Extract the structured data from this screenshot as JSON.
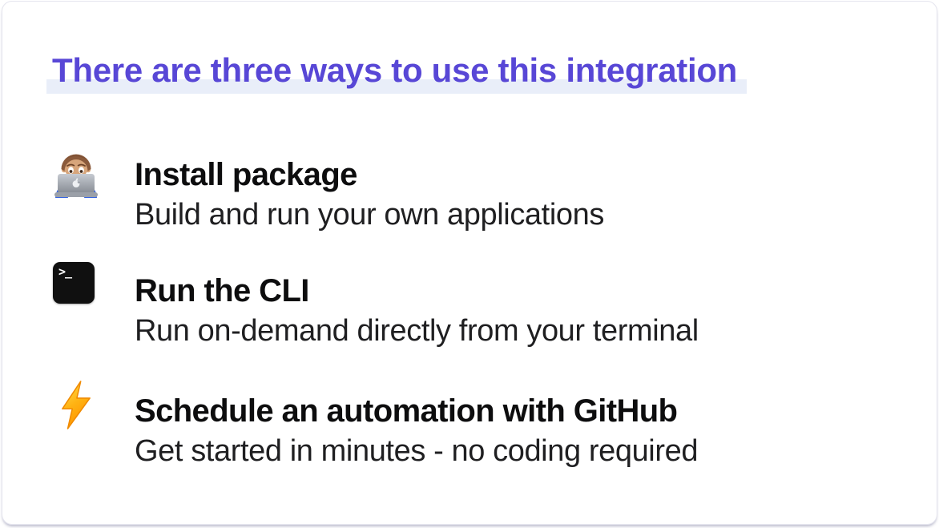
{
  "slide": {
    "title": "There are three ways to use this integration",
    "items": [
      {
        "icon": "technologist-emoji-icon",
        "heading": "Install package",
        "description": "Build and run your own applications"
      },
      {
        "icon": "terminal-icon",
        "glyph": ">_",
        "heading": "Run the CLI",
        "description": "Run on-demand directly from your terminal"
      },
      {
        "icon": "lightning-bolt-icon",
        "heading": "Schedule an automation with GitHub",
        "description": "Get started in minutes - no coding required"
      }
    ],
    "colors": {
      "title_text": "#5847D6",
      "title_highlight": "#E9EEF9",
      "heading_text": "#0D0D0E",
      "description_text": "#1F1F21",
      "card_background": "#FFFFFF",
      "card_border": "#E5E5EE",
      "terminal_background": "#101010",
      "terminal_glyph_color": "#FFFFFF",
      "lightning_yellow": "#FFDE54",
      "lightning_orange": "#FF9500",
      "laptop_gray": "#9BA0A8",
      "shirt_blue": "#3564E0",
      "skin_tone": "#D7A57B",
      "hair_brown": "#8A5A3B"
    }
  }
}
